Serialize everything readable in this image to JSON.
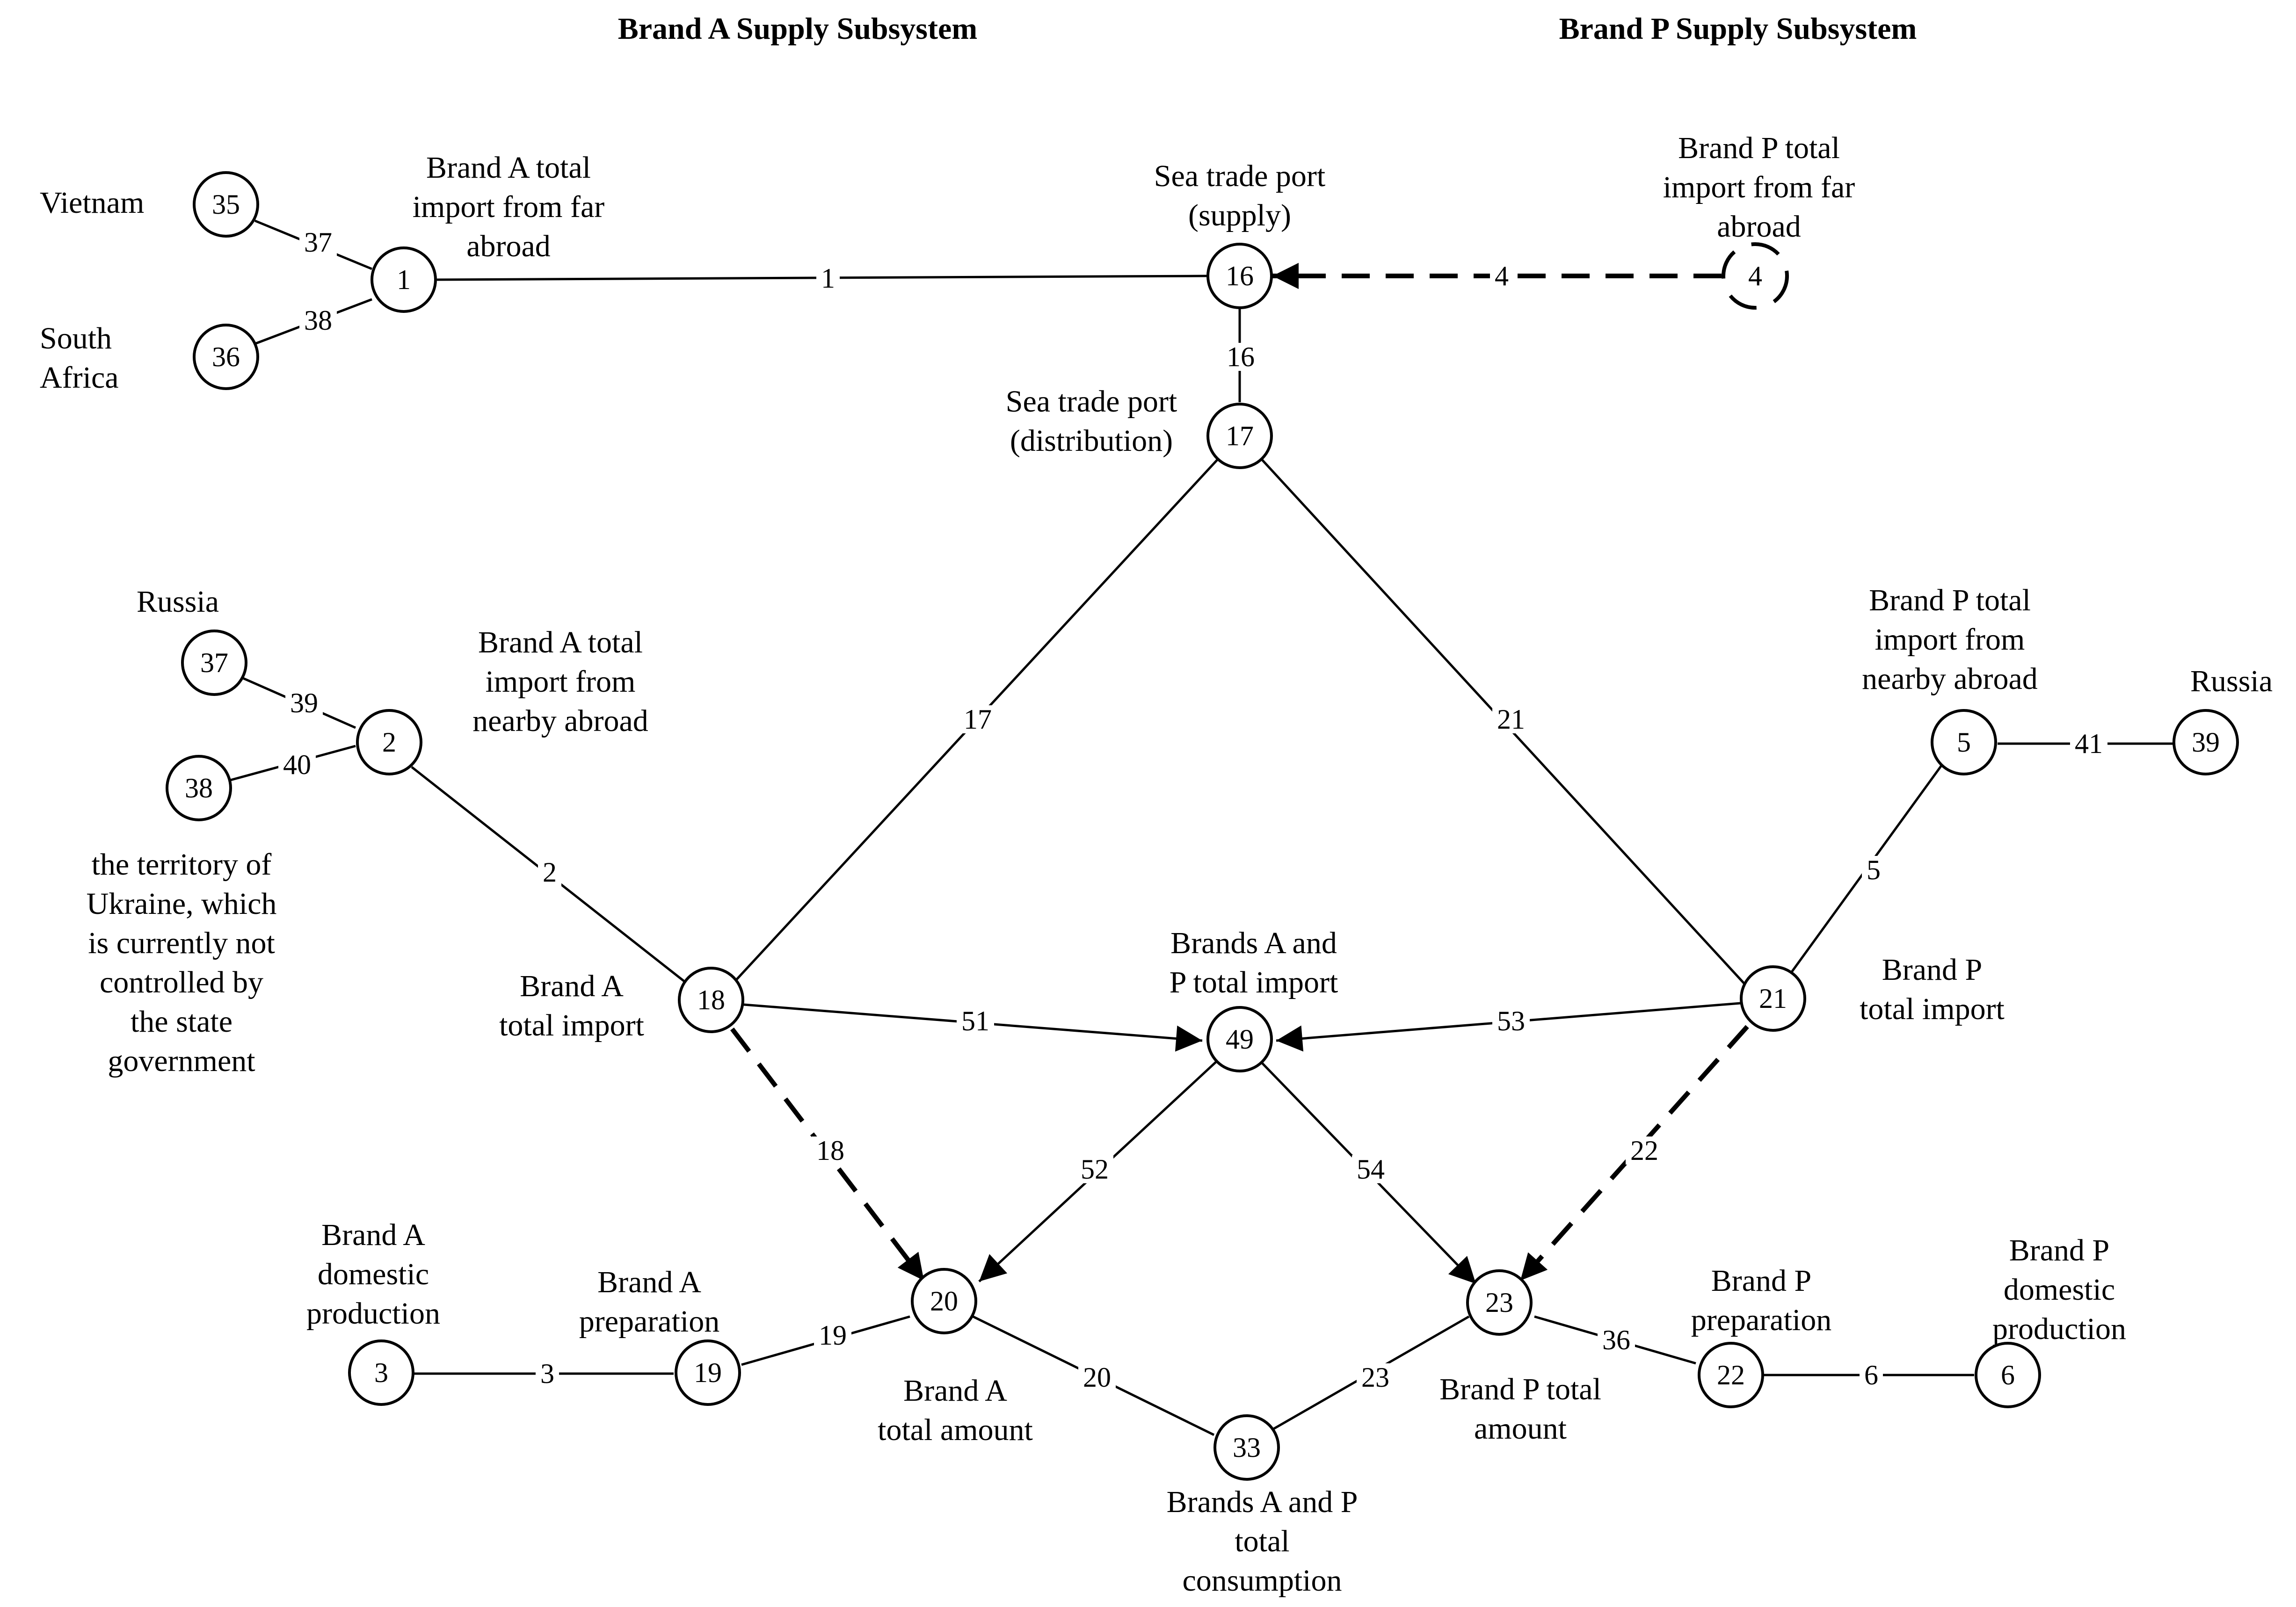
{
  "headings": {
    "brand_a": "Brand A Supply Subsystem",
    "brand_p": "Brand P Supply Subsystem"
  },
  "nodes": {
    "n35": "35",
    "n36": "36",
    "n1": "1",
    "n16": "16",
    "n4": "4",
    "n17": "17",
    "n37": "37",
    "n38": "38",
    "n2": "2",
    "n18": "18",
    "n49": "49",
    "n21": "21",
    "n5": "5",
    "n39": "39",
    "n3": "3",
    "n19": "19",
    "n20": "20",
    "n33": "33",
    "n23": "23",
    "n22": "22",
    "n6": "6"
  },
  "edges": {
    "e37": "37",
    "e38": "38",
    "e1": "1",
    "e4": "4",
    "e16": "16",
    "e39": "39",
    "e40": "40",
    "e17": "17",
    "e21": "21",
    "e2": "2",
    "e41": "41",
    "e5": "5",
    "e51": "51",
    "e53": "53",
    "e18": "18",
    "e52": "52",
    "e54": "54",
    "e22": "22",
    "e3": "3",
    "e19": "19",
    "e20": "20",
    "e23": "23",
    "e36": "36",
    "e6": "6"
  },
  "labels": {
    "vietnam": [
      "Vietnam"
    ],
    "south_africa": [
      "South",
      "Africa"
    ],
    "brand_a_far": [
      "Brand A total",
      "import from far",
      "abroad"
    ],
    "sea_supply": [
      "Sea trade port",
      "(supply)"
    ],
    "brand_p_far": [
      "Brand P total",
      "import from far",
      "abroad"
    ],
    "sea_distribution": [
      "Sea trade port",
      "(distribution)"
    ],
    "russia_a": [
      "Russia"
    ],
    "brand_a_nearby": [
      "Brand A total",
      "import from",
      "nearby abroad"
    ],
    "ukraine": [
      "the territory of",
      "Ukraine, which",
      "is currently not",
      "controlled by",
      "the state",
      "government"
    ],
    "brand_a_total_import": [
      "Brand A",
      "total import"
    ],
    "brands_ap_import": [
      "Brands A and",
      "P total import"
    ],
    "brand_p_nearby": [
      "Brand P total",
      "import from",
      "nearby abroad"
    ],
    "russia_p": [
      "Russia"
    ],
    "brand_p_total_import": [
      "Brand P",
      "total import"
    ],
    "brand_a_domestic": [
      "Brand A",
      "domestic",
      "production"
    ],
    "brand_a_prep": [
      "Brand A",
      "preparation"
    ],
    "brand_a_amount": [
      "Brand A",
      "total amount"
    ],
    "brands_ap_consumption": [
      "Brands A and P",
      "total",
      "consumption"
    ],
    "brand_p_amount": [
      "Brand P total",
      "amount"
    ],
    "brand_p_prep": [
      "Brand P",
      "preparation"
    ],
    "brand_p_domestic": [
      "Brand P",
      "domestic",
      "production"
    ]
  }
}
